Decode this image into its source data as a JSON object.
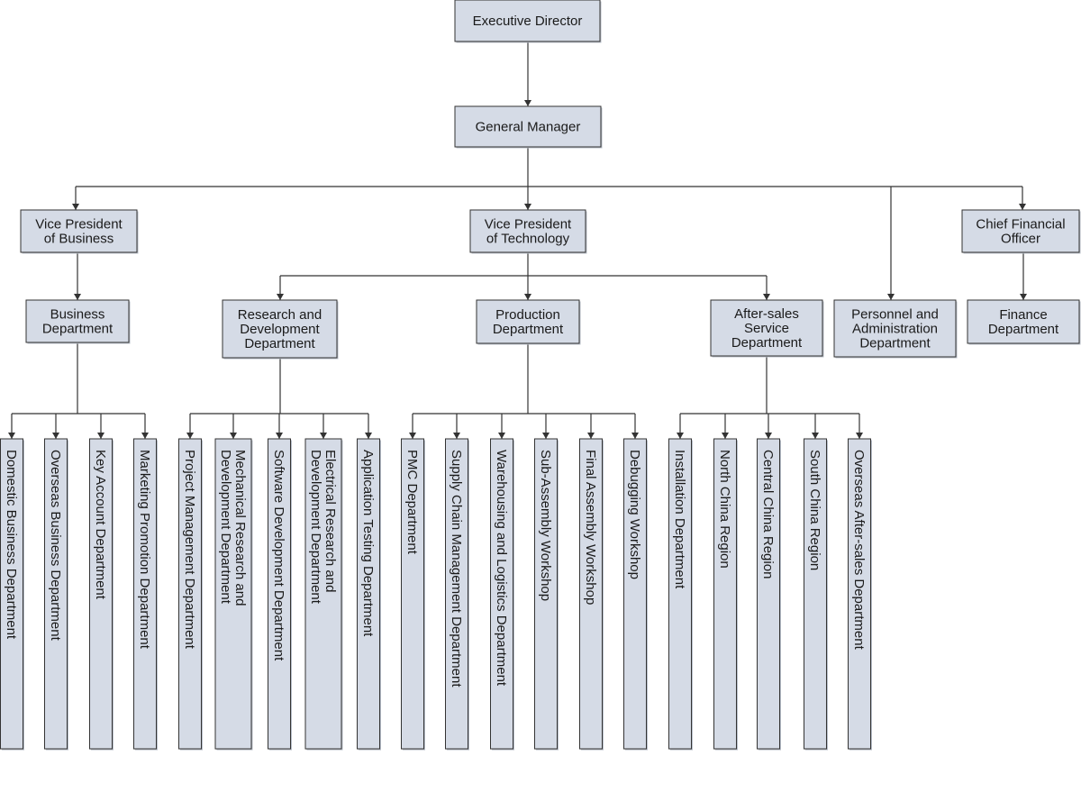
{
  "nodes": {
    "executive_director": [
      "Executive Director"
    ],
    "general_manager": [
      "General Manager"
    ],
    "vp_business": [
      "Vice President",
      "of Business"
    ],
    "vp_technology": [
      "Vice President",
      "of Technology"
    ],
    "personnel_admin": [
      "Personnel and",
      "Administration",
      "Department"
    ],
    "cfo": [
      "Chief Financial",
      "Officer"
    ],
    "business_department": [
      "Business",
      "Department"
    ],
    "rd_department": [
      "Research and",
      "Development",
      "Department"
    ],
    "production_department": [
      "Production",
      "Department"
    ],
    "after_sales_department": [
      "After-sales",
      "Service",
      "Department"
    ],
    "finance_department": [
      "Finance",
      "Department"
    ],
    "domestic_business": [
      "Domestic Business Department"
    ],
    "overseas_business": [
      "Overseas Business Department"
    ],
    "key_account": [
      "Key  Account Department"
    ],
    "marketing_promotion": [
      "Marketing Promotion Department"
    ],
    "project_management": [
      "Project Management Department"
    ],
    "mechanical_rd": [
      "Mechanical Research and",
      "Development Department"
    ],
    "software_development": [
      "Software Development Department"
    ],
    "electrical_rd": [
      "Electrical Research and",
      "Development Department"
    ],
    "application_testing": [
      "Application Testing Department"
    ],
    "pmc": [
      "PMC Department"
    ],
    "supply_chain": [
      "Supply Chain Management Department"
    ],
    "warehousing_logistics": [
      "Warehousing and Logistics Department"
    ],
    "sub_assembly": [
      "Sub-Assembly Workshop"
    ],
    "final_assembly": [
      "Final Assembly Workshop"
    ],
    "debugging": [
      "Debugging Workshop"
    ],
    "installation": [
      "Installation Department"
    ],
    "north_china": [
      "North China Region"
    ],
    "central_china": [
      "Central China Region"
    ],
    "south_china": [
      "South China Region"
    ],
    "overseas_after_sales": [
      "Overseas After-sales Department"
    ]
  },
  "reports_to": {
    "general_manager": "executive_director",
    "vp_business": "general_manager",
    "vp_technology": "general_manager",
    "personnel_admin": "general_manager",
    "cfo": "general_manager",
    "business_department": "vp_business",
    "rd_department": "vp_technology",
    "production_department": "vp_technology",
    "after_sales_department": "vp_technology",
    "finance_department": "cfo",
    "domestic_business": "business_department",
    "overseas_business": "business_department",
    "key_account": "business_department",
    "marketing_promotion": "business_department",
    "project_management": "rd_department",
    "mechanical_rd": "rd_department",
    "software_development": "rd_department",
    "electrical_rd": "rd_department",
    "application_testing": "rd_department",
    "pmc": "production_department",
    "supply_chain": "production_department",
    "warehousing_logistics": "production_department",
    "sub_assembly": "production_department",
    "final_assembly": "production_department",
    "debugging": "production_department",
    "installation": "after_sales_department",
    "north_china": "after_sales_department",
    "central_china": "after_sales_department",
    "south_china": "after_sales_department",
    "overseas_after_sales": "after_sales_department"
  },
  "colors": {
    "box_fill": "#d5dbe6",
    "box_border": "#333333",
    "connector": "#333333",
    "text": "#1a1a1a"
  }
}
